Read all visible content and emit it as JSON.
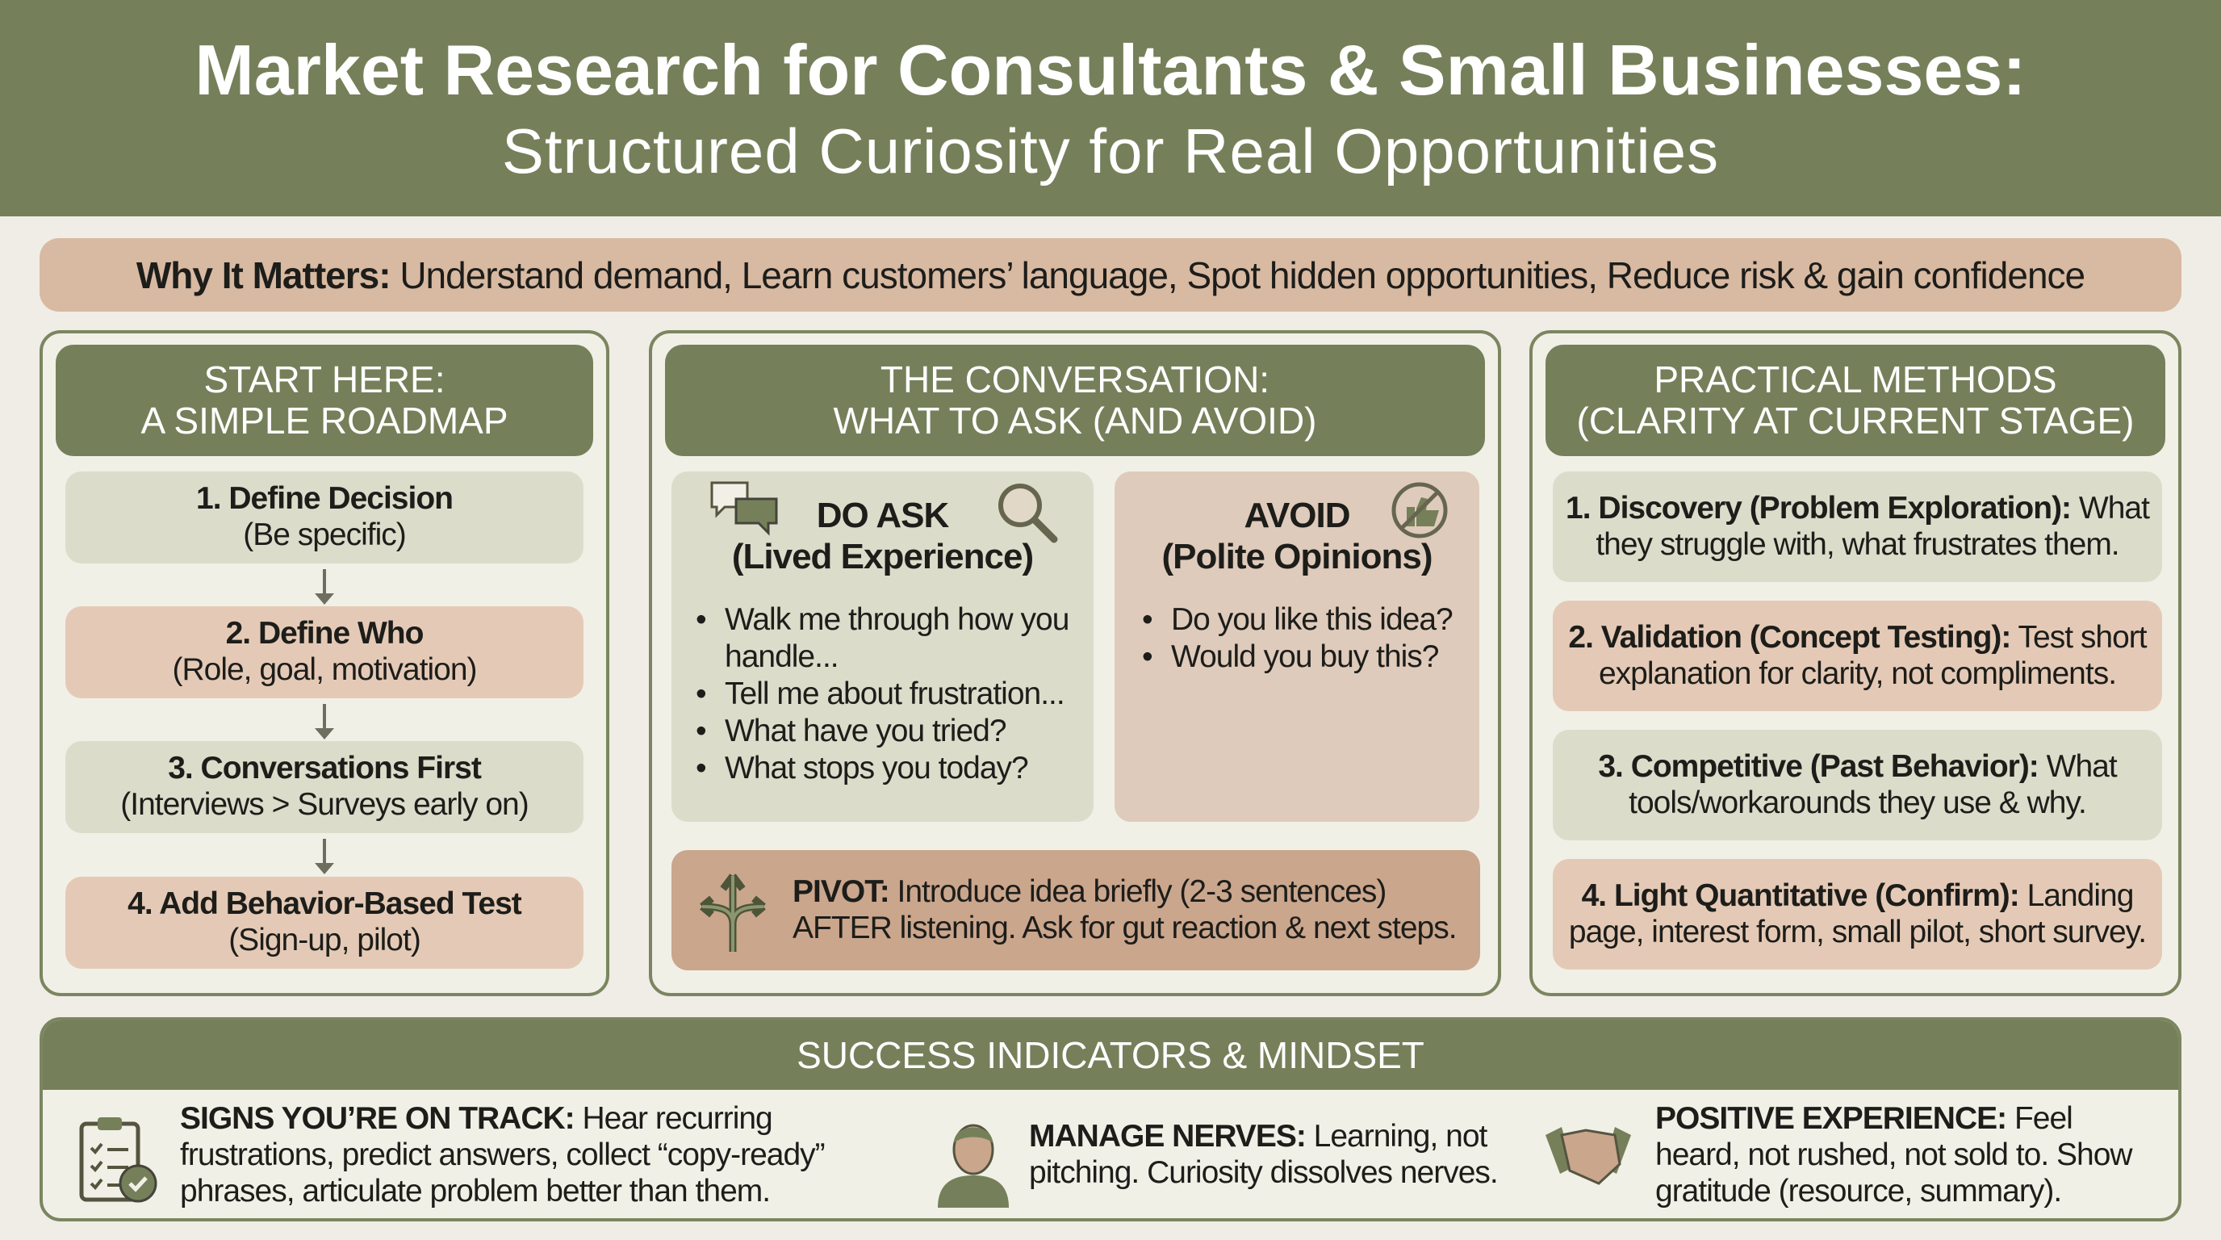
{
  "header": {
    "title": "Market Research for Consultants & Small Businesses:",
    "subtitle": "Structured Curiosity for Real Opportunities"
  },
  "why": {
    "label": "Why It Matters:",
    "text": " Understand demand, Learn customers’ language, Spot hidden opportunities, Reduce risk & gain confidence"
  },
  "roadmap": {
    "title1": "START HERE:",
    "title2": "A SIMPLE ROADMAP",
    "steps": [
      {
        "title": "1. Define Decision",
        "sub": "(Be specific)"
      },
      {
        "title": "2. Define Who",
        "sub": "(Role, goal, motivation)"
      },
      {
        "title": "3. Conversations First",
        "sub": "(Interviews > Surveys early on)"
      },
      {
        "title": "4. Add Behavior-Based Test",
        "sub": "(Sign-up, pilot)"
      }
    ]
  },
  "conversation": {
    "title1": "THE CONVERSATION:",
    "title2": "WHAT TO ASK (AND AVOID)",
    "ask": {
      "title": "DO ASK",
      "sub": "(Lived Experience)",
      "items": [
        "Walk me through how you handle...",
        "Tell me about frustration...",
        "What have you tried?",
        "What stops you today?"
      ]
    },
    "avoid": {
      "title": "AVOID",
      "sub": "(Polite Opinions)",
      "items": [
        "Do you like this idea?",
        "Would you buy this?"
      ]
    },
    "pivot": {
      "label": "PIVOT:",
      "line1": " Introduce idea briefly (2-3 sentences)",
      "line2": "AFTER listening. Ask for gut reaction & next steps."
    }
  },
  "methods": {
    "title1": "PRACTICAL METHODS",
    "title2": "(CLARITY AT CURRENT STAGE)",
    "items": [
      {
        "label": "1. Discovery (Problem Exploration):",
        "text": " What they struggle with, what frustrates them."
      },
      {
        "label": "2. Validation (Concept Testing):",
        "text": " Test short explanation for clarity, not compliments."
      },
      {
        "label": "3. Competitive (Past Behavior):",
        "text": " What tools/workarounds they use & why."
      },
      {
        "label": "4. Light Quantitative (Confirm):",
        "text": " Landing page, interest form, small pilot, short survey."
      }
    ]
  },
  "success": {
    "title": "SUCCESS INDICATORS & MINDSET",
    "items": [
      {
        "label": "SIGNS YOU’RE ON TRACK:",
        "text": " Hear recurring frustrations, predict answers, collect “copy-ready” phrases, articulate problem better than them.",
        "icon": "clipboard-check"
      },
      {
        "label": "MANAGE NERVES:",
        "text": " Learning, not pitching. Curiosity dissolves nerves.",
        "icon": "person"
      },
      {
        "label": "POSITIVE EXPERIENCE:",
        "text": " Feel heard, not rushed, not sold to. Show gratitude (resource, summary).",
        "icon": "handshake"
      }
    ]
  },
  "colors": {
    "olive": "#75805a",
    "tan": "#d8b9a1",
    "sage": "#dcdccb",
    "background": "#efede5"
  }
}
